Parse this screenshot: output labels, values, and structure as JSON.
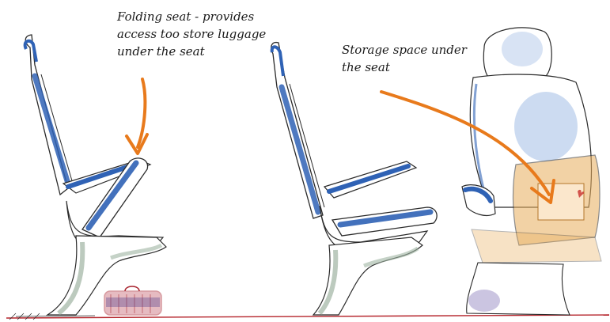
{
  "annotations": {
    "folding_seat": {
      "lines": [
        "Folding seat - provides",
        "access too store luggage",
        "under the seat"
      ]
    },
    "storage_space": {
      "lines": [
        "Storage space under",
        "the seat"
      ]
    }
  },
  "colors": {
    "arrow": "#e87a1c",
    "seat_blue": "#2f62b5",
    "seat_blue_light": "#8fb0df",
    "pencil": "#2a2a2a",
    "pedestal_green": "#9fb4a2",
    "floor_line": "#b5242b",
    "luggage": "#a8222d",
    "storage_orange": "#e9ae5c"
  },
  "icons": {
    "arrow": "curved-arrow",
    "luggage": "suitcase"
  }
}
